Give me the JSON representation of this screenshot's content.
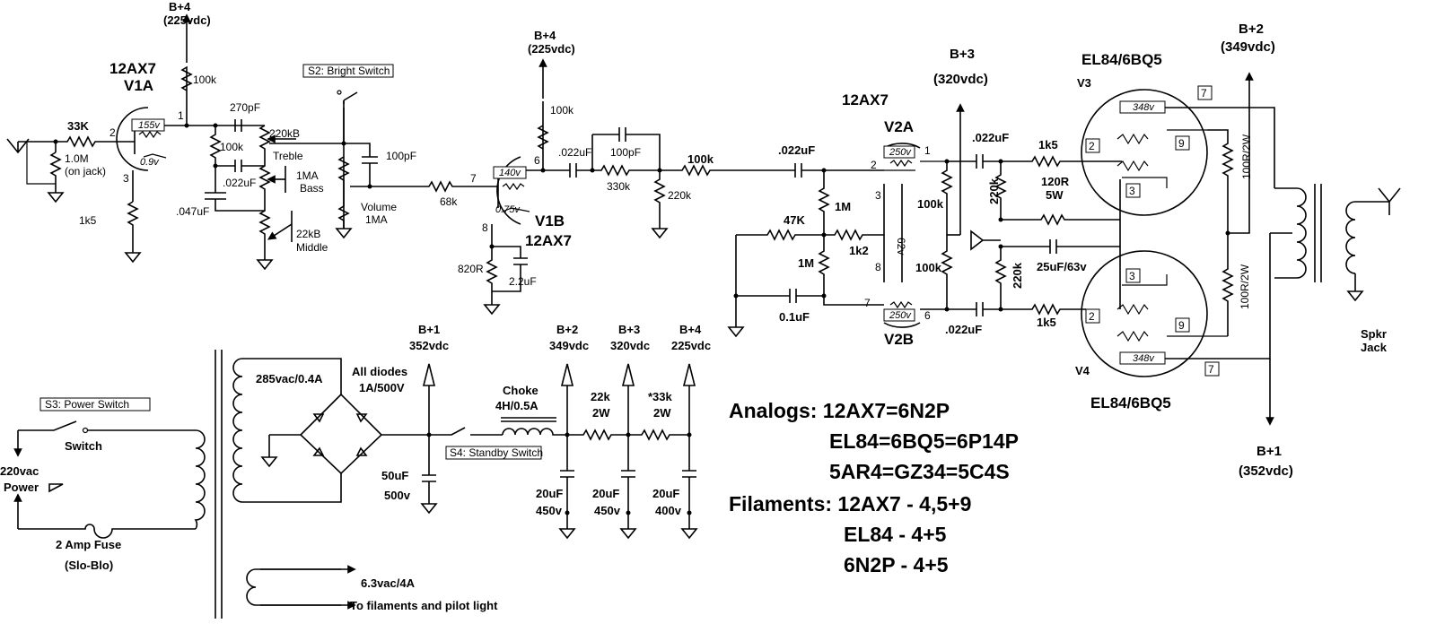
{
  "labels": {
    "v1a_type": "12AX7",
    "v1a_name": "V1A",
    "v1b_name": "V1B",
    "v1b_type": "12AX7",
    "v2_type": "12AX7",
    "v2a_name": "V2A",
    "v2b_name": "V2B",
    "v3_type": "EL84/6BQ5",
    "v3_name": "V3",
    "v4_type": "EL84/6BQ5",
    "v4_name": "V4",
    "bplus4_a": "B+4",
    "bplus4_a_v": "(225vdc)",
    "bplus4_b": "B+4",
    "bplus4_b_v": "(225vdc)",
    "bplus3": "B+3",
    "bplus3_v": "(320vdc)",
    "bplus2": "B+2",
    "bplus2_v": "(349vdc)",
    "bplus1": "B+1",
    "bplus1_v": "(352vdc)",
    "r33k": "33K",
    "r1m_jack": "1.0M",
    "on_jack": "(on jack)",
    "r1k5_v1": "1k5",
    "r100k_v1": "100k",
    "pin1": "1",
    "pin2": "2",
    "pin3": "3",
    "v155": "155v",
    "v09": "0.9v",
    "s2": "S2: Bright Switch",
    "c270": "270pF",
    "r100k_ts": "100k",
    "c022_ts": ".022uF",
    "c047": ".047uF",
    "treble_val": "220kB",
    "treble": "Treble",
    "bass_val": "1MA",
    "bass": "Bass",
    "middle_val": "22kB",
    "middle": "Middle",
    "c100p_vol": "100pF",
    "volume": "Volume",
    "volume_val": "1MA",
    "r68k": "68k",
    "pin7": "7",
    "pin6": "6",
    "pin8": "8",
    "v140": "140v",
    "v075": "0.75v",
    "r820": "820R",
    "c22u": "2.2uF",
    "r100k_v1b": "100k",
    "c022_v1b": ".022uF",
    "c100p_v1b": "100pF",
    "r330k": "330k",
    "r220k_v1b": "220k",
    "r100k_mid": "100k",
    "c022_pi": ".022uF",
    "v2a_pin2": "2",
    "v2a_pin1": "1",
    "v2a_pin3": "3",
    "v250a": "250v",
    "v250b": "250v",
    "r1m_a": "1M",
    "r1m_b": "1M",
    "r47k": "47K",
    "r1k2": "1k2",
    "v62": "62v",
    "v2b_pin8": "8",
    "v2b_pin7": "7",
    "v2b_pin6": "6",
    "c01u": "0.1uF",
    "r100k_pa": "100k",
    "r100k_pb": "100k",
    "r220k_a": "220k",
    "r220k_b": "220k",
    "c022_out_a": ".022uF",
    "c022_out_b": ".022uF",
    "r1k5_a": "1k5",
    "r1k5_b": "1k5",
    "r120": "120R",
    "r120_w": "5W",
    "c25u": "25uF/63v",
    "v348a": "348v",
    "v348b": "348v",
    "p7a": "7",
    "p2a": "2",
    "p9a": "9",
    "p3a": "3",
    "p3b": "3",
    "p2b": "2",
    "p9b": "9",
    "p7b": "7",
    "r100r_a": "100R/2W",
    "r100r_b": "100R/2W",
    "spkr": "Spkr",
    "jack": "Jack",
    "s3": "S3: Power Switch",
    "switch": "Switch",
    "mains_v": "220vac",
    "mains": "Power",
    "fuse": "2 Amp Fuse",
    "fuse_type": "(Slo-Blo)",
    "sec_hv": "285vac/0.4A",
    "diodes": "All diodes",
    "diodes_r": "1A/500V",
    "b1": "B+1",
    "b1_v": "352vdc",
    "c50u": "50uF",
    "c50u_v": "500v",
    "s4": "S4: Standby Switch",
    "choke": "Choke",
    "choke_v": "4H/0.5A",
    "b2": "B+2",
    "b2_v": "349vdc",
    "b3": "B+3",
    "b3_v": "320vdc",
    "b4": "B+4",
    "b4_v": "225vdc",
    "r22k": "22k",
    "r22k_w": "2W",
    "r33k_ps": "*33k",
    "r33k_w": "2W",
    "c20a": "20uF",
    "c20a_v": "450v",
    "c20b": "20uF",
    "c20b_v": "450v",
    "c20c": "20uF",
    "c20c_v": "400v",
    "fil": "6.3vac/4A",
    "fil_desc": "To filaments and pilot light"
  },
  "notes": {
    "analogs_1": "Analogs: 12AX7=6N2P",
    "analogs_2": "EL84=6BQ5=6P14P",
    "analogs_3": "5AR4=GZ34=5C4S",
    "filaments_1": "Filaments: 12AX7 - 4,5+9",
    "filaments_2": "EL84 - 4+5",
    "filaments_3": "6N2P - 4+5"
  }
}
